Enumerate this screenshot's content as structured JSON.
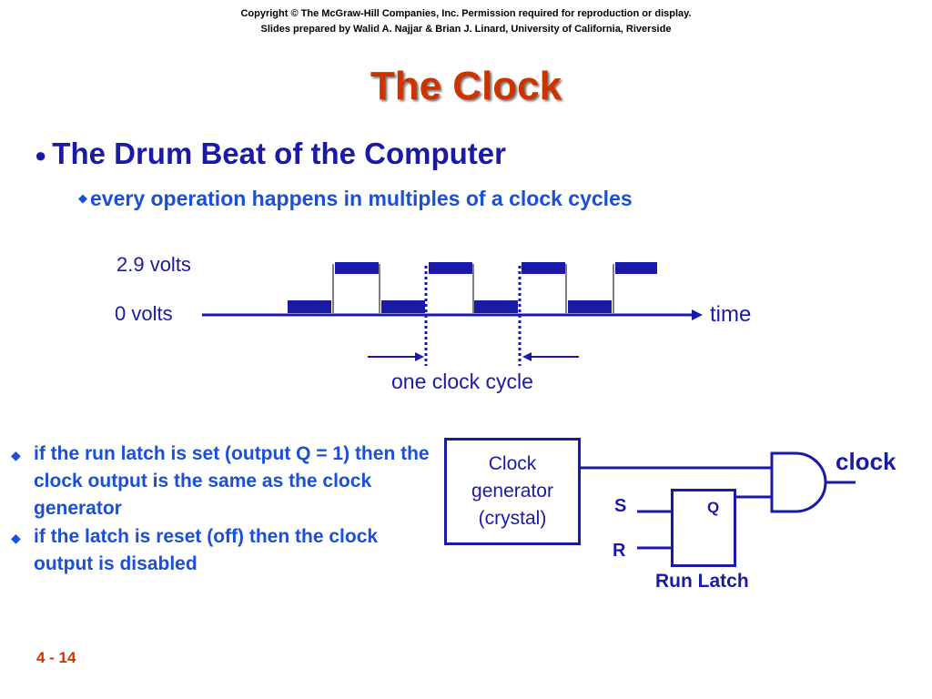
{
  "header": {
    "copyright_line1": "Copyright © The McGraw-Hill Companies, Inc. Permission required for reproduction or display.",
    "copyright_line2": "Slides prepared by Walid A. Najjar & Brian J. Linard, University of California, Riverside"
  },
  "title": "The Clock",
  "bullets": {
    "main": "The Drum Beat of the Computer",
    "main_marker": "●",
    "sub": "every operation happens in multiples of a clock cycles",
    "sub_marker": "◆"
  },
  "waveform": {
    "high_label": "2.9 volts",
    "low_label": "0 volts",
    "axis_label": "time",
    "cycle_label": "one clock cycle",
    "colors": {
      "signal": "#1a1aa6",
      "axis": "#1a1aa6"
    }
  },
  "notes": [
    {
      "marker": "◆",
      "text": "if the run latch is set (output Q = 1) then the clock output is the same as the clock generator"
    },
    {
      "marker": "◆",
      "text": "if the latch is reset (off) then the clock output is disabled"
    }
  ],
  "circuit": {
    "generator_line1": "Clock",
    "generator_line2": "generator",
    "generator_line3": "(crystal)",
    "latch_q": "Q",
    "input_s": "S",
    "input_r": "R",
    "latch_label": "Run Latch",
    "output_label": "clock"
  },
  "footer": {
    "page_number": "4 - 14"
  },
  "colors": {
    "title": "#cc3300",
    "text": "#1a1aa6",
    "bullet_text": "#1a4fd6"
  }
}
